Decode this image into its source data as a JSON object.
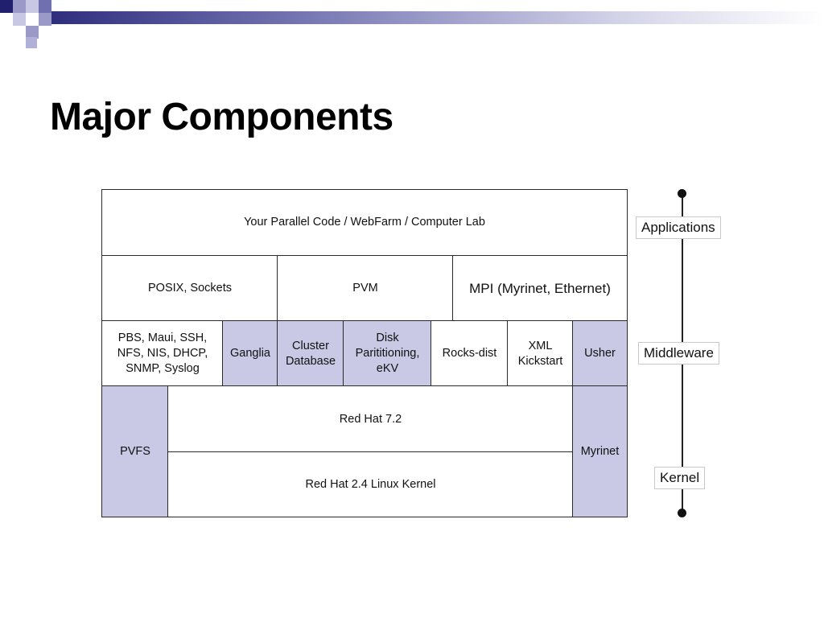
{
  "slide": {
    "title": "Major Components"
  },
  "diagram": {
    "applications_row": "Your Parallel Code / WebFarm / Computer Lab",
    "api_row": [
      "POSIX, Sockets",
      "PVM",
      "MPI (Myrinet, Ethernet)"
    ],
    "middleware_row": [
      "PBS, Maui, SSH,\nNFS, NIS, DHCP,\nSNMP, Syslog",
      "Ganglia",
      "Cluster\nDatabase",
      "Disk\nParititioning,\neKV",
      "Rocks-dist",
      "XML\nKickstart",
      "Usher"
    ],
    "os_row": "Red Hat 7.2",
    "kernel_row": "Red Hat  2.4 Linux Kernel",
    "pvfs": "PVFS",
    "myrinet": "Myrinet",
    "layers": [
      "Applications",
      "Middleware",
      "Kernel"
    ],
    "colors": {
      "shaded": "#c9c9e6",
      "border": "#2a2a2a",
      "header_dark": "#2e2e7e"
    }
  }
}
